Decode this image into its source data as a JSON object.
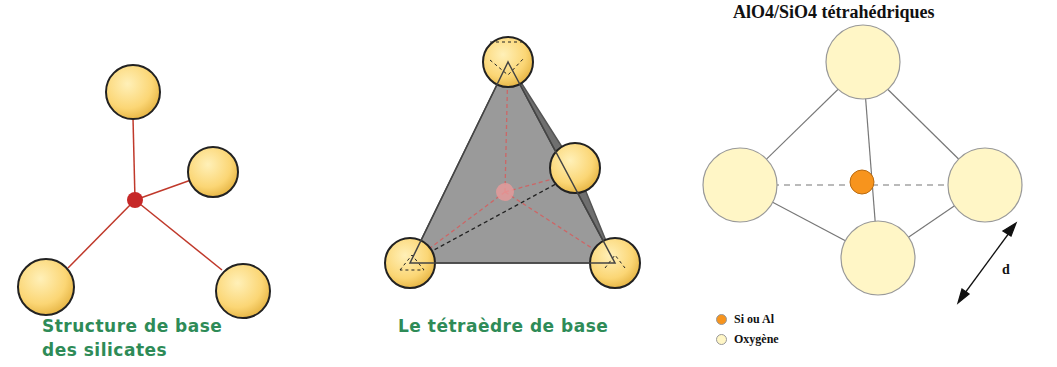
{
  "diagram": {
    "labels": [
      "Structure de base des silicates",
      "Le tétraèdre de base",
      "AlO4/SiO4 tétrahédriques",
      "d"
    ],
    "legend": [
      {
        "text": "Si ou Al",
        "color": "#f7941d"
      },
      {
        "text": "Oxygène",
        "color": "#fff6c6"
      }
    ]
  }
}
